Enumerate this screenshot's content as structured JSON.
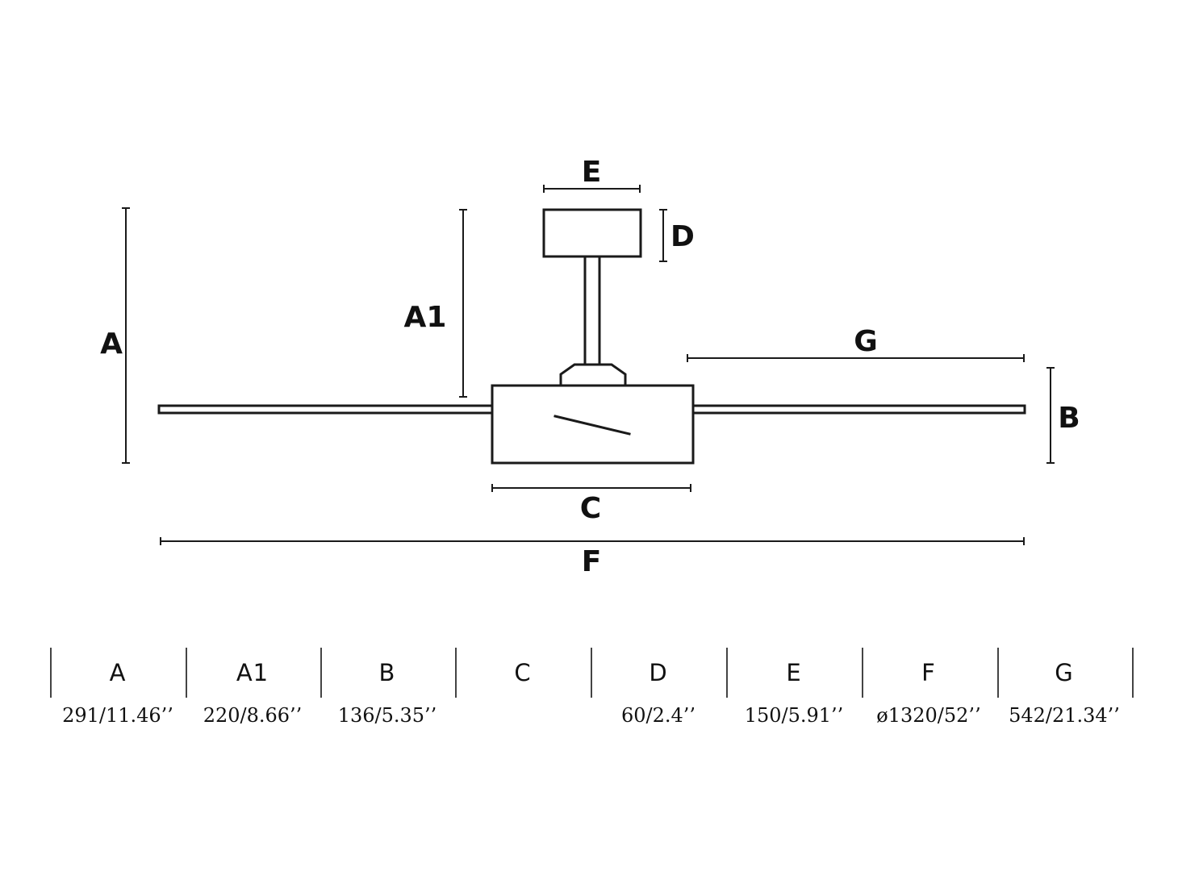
{
  "diagram": {
    "labels": {
      "A": "A",
      "A1": "A1",
      "B": "B",
      "C": "C",
      "D": "D",
      "E": "E",
      "F": "F",
      "G": "G"
    }
  },
  "specs": [
    {
      "key": "A",
      "value": "291/11.46’’"
    },
    {
      "key": "A1",
      "value": "220/8.66’’"
    },
    {
      "key": "B",
      "value": "136/5.35’’"
    },
    {
      "key": "C",
      "value": ""
    },
    {
      "key": "D",
      "value": "60/2.4’’"
    },
    {
      "key": "E",
      "value": "150/5.91’’"
    },
    {
      "key": "F",
      "value": "ø1320/52’’"
    },
    {
      "key": "G",
      "value": "542/21.34’’"
    }
  ]
}
